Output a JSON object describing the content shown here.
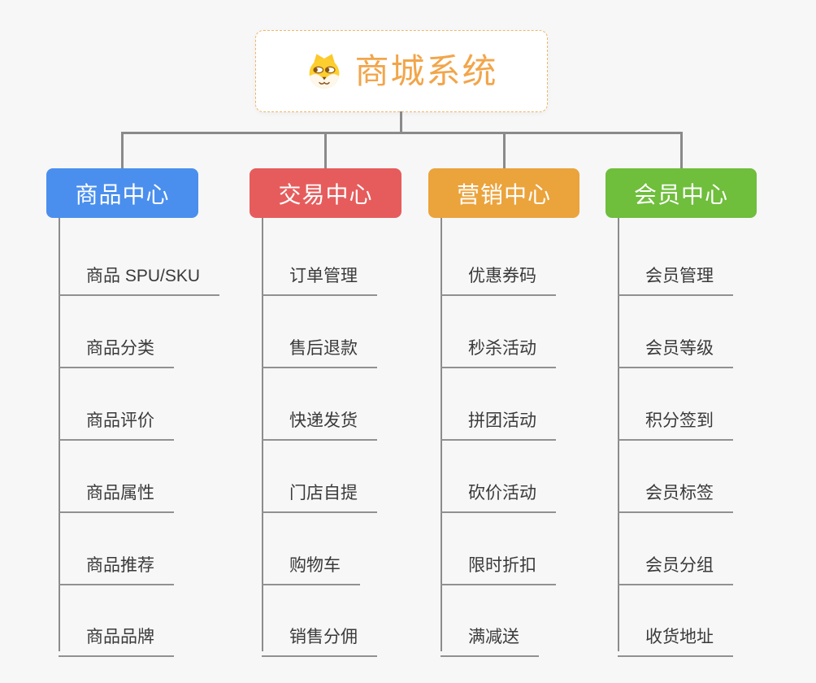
{
  "root": {
    "title": "商城系统",
    "icon": "shiba-dog-icon",
    "title_color": "#f2a54a",
    "border_color": "#f0b56a"
  },
  "colors": {
    "background": "#f7f7f7",
    "connector": "#8a8a8a",
    "leaf_underline": "#919191",
    "leaf_text": "#3a3a3a"
  },
  "branches": [
    {
      "id": "product-center",
      "label": "商品中心",
      "color": "#4a8fee",
      "children": [
        "商品 SPU/SKU",
        "商品分类",
        "商品评价",
        "商品属性",
        "商品推荐",
        "商品品牌"
      ]
    },
    {
      "id": "trade-center",
      "label": "交易中心",
      "color": "#e65c5c",
      "children": [
        "订单管理",
        "售后退款",
        "快递发货",
        "门店自提",
        "购物车",
        "销售分佣"
      ]
    },
    {
      "id": "marketing-center",
      "label": "营销中心",
      "color": "#eba33c",
      "children": [
        "优惠券码",
        "秒杀活动",
        "拼团活动",
        "砍价活动",
        "限时折扣",
        "满减送"
      ]
    },
    {
      "id": "member-center",
      "label": "会员中心",
      "color": "#6fbe3c",
      "children": [
        "会员管理",
        "会员等级",
        "积分签到",
        "会员标签",
        "会员分组",
        "收货地址"
      ]
    }
  ]
}
